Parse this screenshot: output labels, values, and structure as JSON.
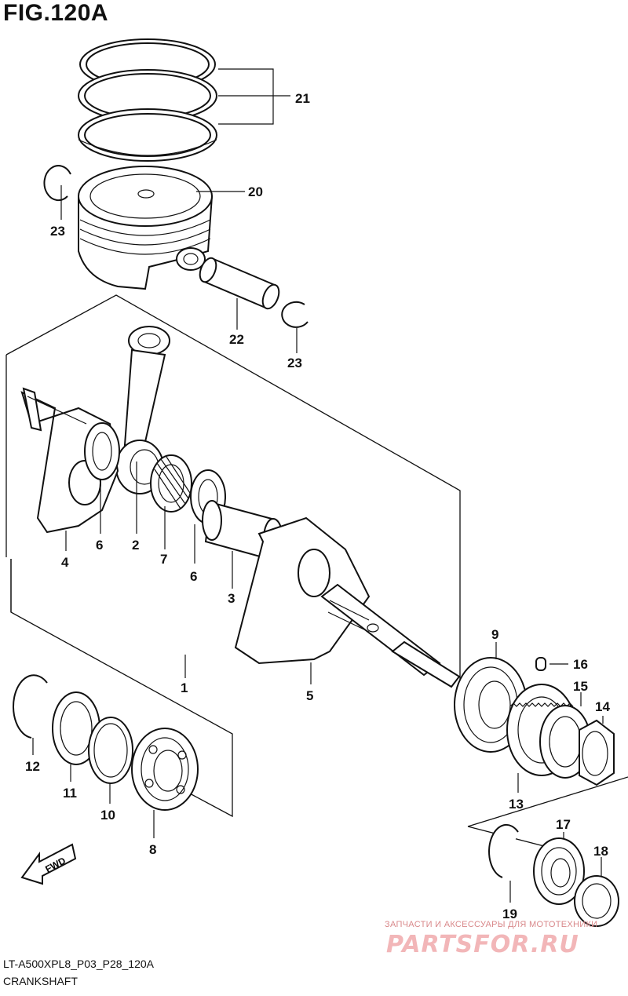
{
  "figure": {
    "title": "FIG.120A",
    "reference_code": "LT-A500XPL8_P03_P28_120A",
    "subtitle": "CRANKSHAFT"
  },
  "watermark": {
    "tagline": "ЗАПЧАСТИ И АКСЕССУАРЫ ДЛЯ МОТОТЕХНИКИ",
    "logo_text": "PARTSFOR.RU"
  },
  "fwd_label": "FWD",
  "callouts": {
    "p1": "1",
    "p2": "2",
    "p3": "3",
    "p4": "4",
    "p5": "5",
    "p6a": "6",
    "p6b": "6",
    "p7": "7",
    "p8": "8",
    "p9": "9",
    "p10": "10",
    "p11": "11",
    "p12": "12",
    "p13": "13",
    "p14": "14",
    "p15": "15",
    "p16": "16",
    "p17": "17",
    "p18": "18",
    "p19": "19",
    "p20": "20",
    "p21": "21",
    "p22": "22",
    "p23a": "23",
    "p23b": "23"
  }
}
